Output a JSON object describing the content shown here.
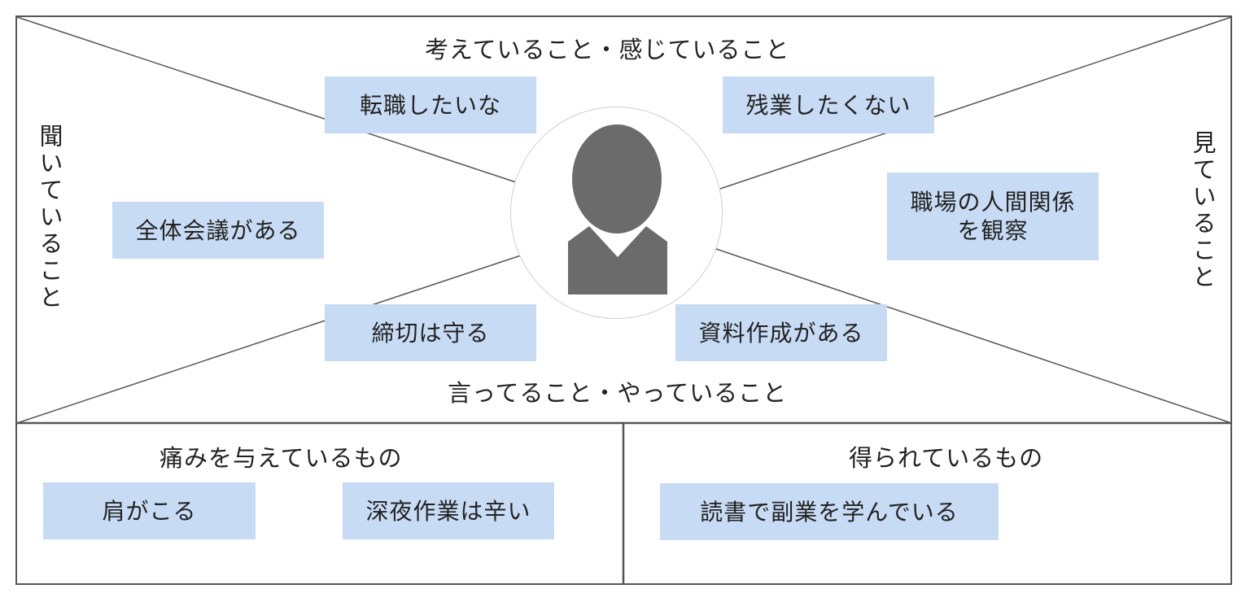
{
  "map": {
    "top_heading": "考えていること・感じていること",
    "bottom_heading": "言ってること・やっていること",
    "left_heading": "聞いていること",
    "right_heading": "見ていること",
    "notes": {
      "think_left": "転職したいな",
      "think_right": "残業したくない",
      "hear": "全体会議がある",
      "see_line1": "職場の人間関係",
      "see_line2": "を観察",
      "say_left": "締切は守る",
      "say_right": "資料作成がある"
    }
  },
  "pains": {
    "heading": "痛みを与えているもの",
    "items": [
      "肩がこる",
      "深夜作業は辛い"
    ]
  },
  "gains": {
    "heading": "得られているもの",
    "items": [
      "読書で副業を学んでいる"
    ]
  },
  "colors": {
    "sticky": "#c8dbf4",
    "line": "#555555",
    "avatar": "#6b6b6b"
  },
  "icons": [
    "user-icon"
  ]
}
